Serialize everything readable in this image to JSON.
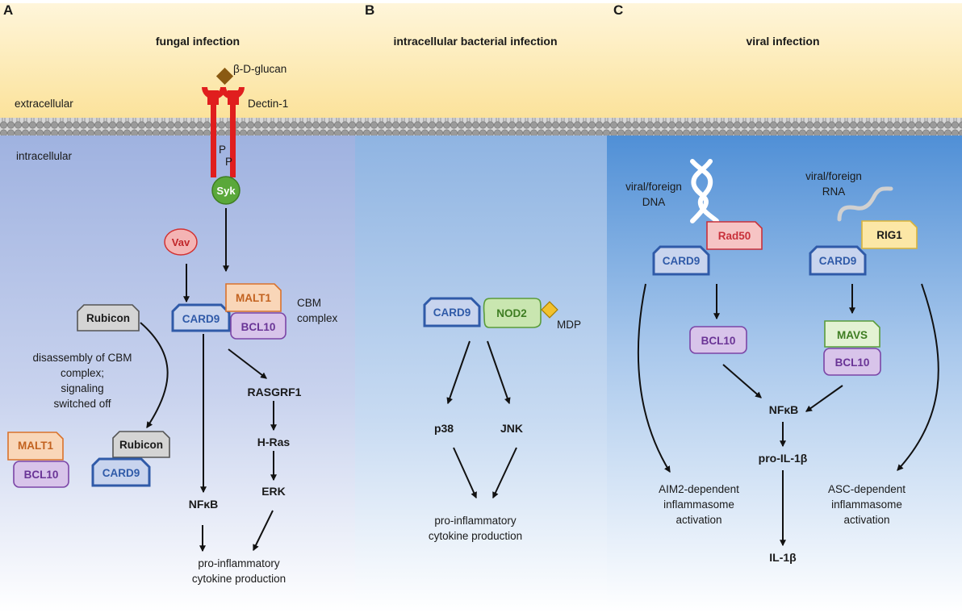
{
  "panels": {
    "a": {
      "letter": "A",
      "title": "fungal infection",
      "extracellular": "extracellular",
      "intracellular": "intracellular",
      "ligand": "β-D-glucan",
      "receptor": "Dectin-1",
      "phospho1": "P",
      "phospho2": "P",
      "syk": "Syk",
      "vav": "Vav",
      "card9": "CARD9",
      "malt1": "MALT1",
      "bcl10": "BCL10",
      "cbm_line1": "CBM",
      "cbm_line2": "complex",
      "rubicon": "Rubicon",
      "disassembly_line1": "disassembly of CBM",
      "disassembly_line2": "complex;",
      "disassembly_line3": "signaling",
      "disassembly_line4": "switched off",
      "malt1_free": "MALT1",
      "bcl10_free": "BCL10",
      "rubicon_bound": "Rubicon",
      "card9_bound": "CARD9",
      "rasgrf1": "RASGRF1",
      "hras": "H-Ras",
      "erk": "ERK",
      "nfkb": "NFκB",
      "output_line1": "pro-inflammatory",
      "output_line2": "cytokine production"
    },
    "b": {
      "letter": "B",
      "title": "intracellular bacterial infection",
      "card9": "CARD9",
      "nod2": "NOD2",
      "mdp": "MDP",
      "p38": "p38",
      "jnk": "JNK",
      "output_line1": "pro-inflammatory",
      "output_line2": "cytokine production"
    },
    "c": {
      "letter": "C",
      "title": "viral infection",
      "dna_line1": "viral/foreign",
      "dna_line2": "DNA",
      "rna_line1": "viral/foreign",
      "rna_line2": "RNA",
      "rad50": "Rad50",
      "rig1": "RIG1",
      "card9_left": "CARD9",
      "card9_right": "CARD9",
      "bcl10_left": "BCL10",
      "mavs": "MAVS",
      "bcl10_right": "BCL10",
      "nfkb": "NFκB",
      "pro_il1b": "pro-IL-1β",
      "il1b": "IL-1β",
      "aim2_line1": "AIM2-dependent",
      "aim2_line2": "inflammasome",
      "aim2_line3": "activation",
      "asc_line1": "ASC-dependent",
      "asc_line2": "inflammasome",
      "asc_line3": "activation"
    }
  },
  "colors": {
    "card9": "#2f5aa8",
    "malt1": "#d9722c",
    "bcl10": "#7b45a6",
    "rubicon": "#6e6e6e",
    "vav": "#d23232",
    "syk": "#4f9a2f",
    "nod2": "#5a9c3a",
    "rad50": "#c8303a",
    "rig1": "#d9b33a",
    "receptor": "#e01e1e",
    "ligand": "#8a5a12",
    "mdp": "#f2c12e"
  }
}
